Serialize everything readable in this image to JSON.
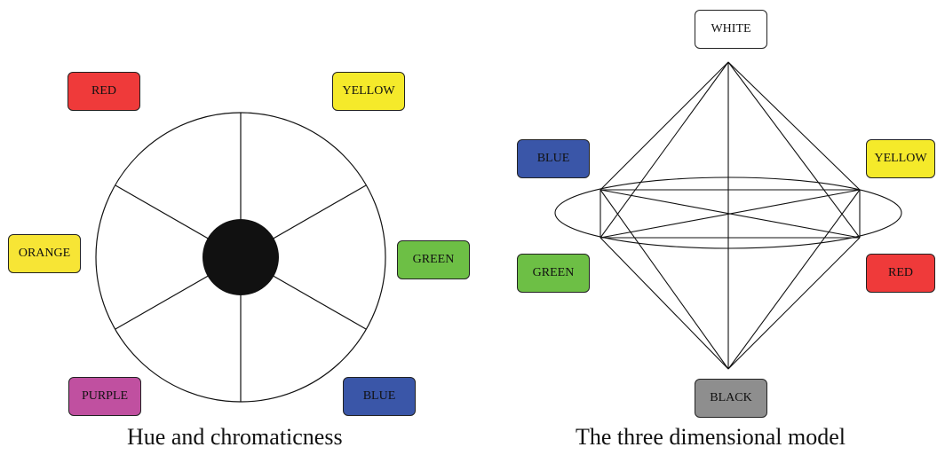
{
  "left_diagram": {
    "caption": "Hue and chromaticness",
    "labels": {
      "red": {
        "text": "RED",
        "color": "#ef3a3a"
      },
      "yellow": {
        "text": "YELLOW",
        "color": "#f5ea2a"
      },
      "orange": {
        "text": "ORANGE",
        "color": "#f7e535"
      },
      "green": {
        "text": "GREEN",
        "color": "#6dbf45"
      },
      "purple": {
        "text": "PURPLE",
        "color": "#c050a0"
      },
      "blue": {
        "text": "BLUE",
        "color": "#3a56a8"
      }
    }
  },
  "right_diagram": {
    "caption": "The three dimensional model",
    "labels": {
      "white": {
        "text": "WHITE",
        "color": "#ffffff"
      },
      "blue": {
        "text": "BLUE",
        "color": "#3a56a8"
      },
      "yellow": {
        "text": "YELLOW",
        "color": "#f5ea2a"
      },
      "green": {
        "text": "GREEN",
        "color": "#6dbf45"
      },
      "red": {
        "text": "RED",
        "color": "#ef3a3a"
      },
      "black": {
        "text": "BLACK",
        "color": "#8e8e8e"
      }
    }
  }
}
